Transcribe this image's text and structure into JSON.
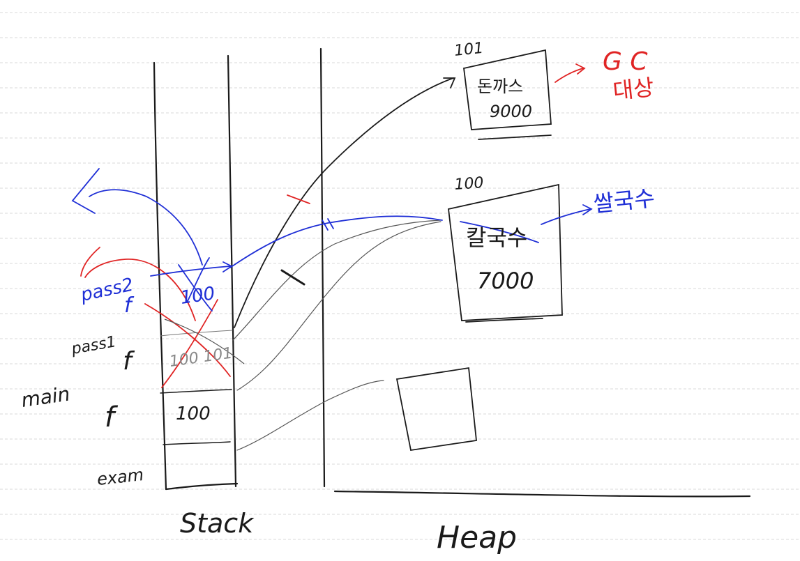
{
  "colors": {
    "ink": "#1a1a1a",
    "blue": "#1f2fd6",
    "red": "#e02424",
    "grey": "#777777",
    "ruling": "#d9d9d9"
  },
  "labels": {
    "stack": "Stack",
    "heap": "Heap",
    "exam": "exam",
    "main": "main",
    "pass1": "pass1",
    "pass2": "pass2",
    "f_pass2": "f",
    "f_pass1": "f",
    "f_main": "f"
  },
  "stack_cells": {
    "pass2_value": "100",
    "pass1_value": "100 101",
    "main_value": "100"
  },
  "heap_objects": {
    "obj101": {
      "address": "101",
      "name": "돈까스",
      "price": "9000"
    },
    "obj100": {
      "address": "100",
      "name_old": "칼국수",
      "price": "7000"
    }
  },
  "annotations": {
    "gc_label": "G C",
    "gc_target": "대상",
    "new_value": "쌀국수"
  }
}
